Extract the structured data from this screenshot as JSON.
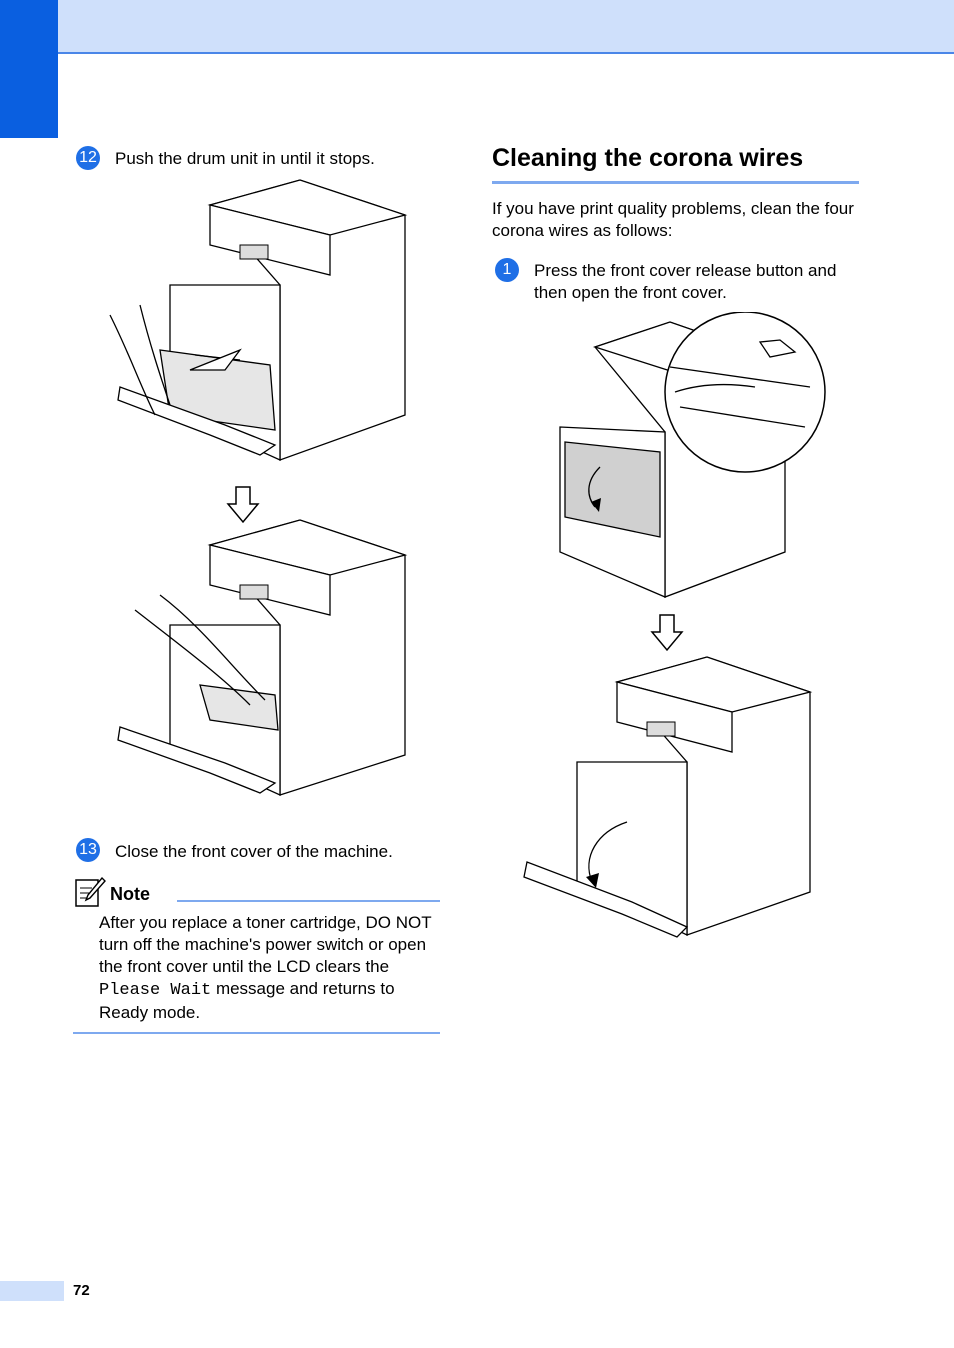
{
  "steps": {
    "step12": {
      "number": "12",
      "text": "Push the drum unit in until it stops."
    },
    "step13": {
      "number": "13",
      "text": "Close the front cover of the machine."
    }
  },
  "note": {
    "title": "Note",
    "text_before": "After you replace a toner cartridge, DO NOT turn off the machine's power switch or open the front cover until the LCD clears the ",
    "mono_text": "Please Wait",
    "text_after": " message and returns to Ready mode."
  },
  "section": {
    "title": "Cleaning the corona wires",
    "intro": "If you have print quality problems, clean the four corona wires as follows:",
    "step1": {
      "number": "1",
      "text": "Press the front cover release button and then open the front cover."
    }
  },
  "footer": {
    "page_number": "72"
  },
  "colors": {
    "accent": "#0a5fe0",
    "band": "#cfe0fb",
    "rule": "#7ea9ef"
  }
}
